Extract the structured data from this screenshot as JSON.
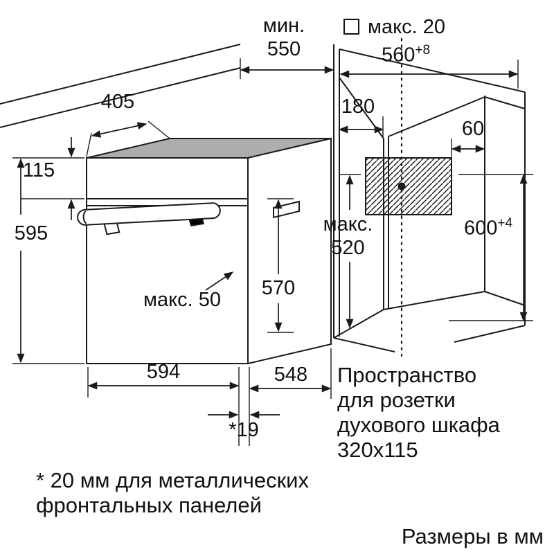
{
  "diagram": {
    "units_note": "Размеры в мм",
    "footnote": {
      "line1": "* 20 мм для металлических",
      "line2": "фронтальных панелей"
    },
    "socket_note": [
      "Пространство",
      "для розетки",
      "духового шкафа",
      "320x115"
    ],
    "dims": {
      "min_label": "мин.",
      "min_wall_distance": "550",
      "socket_housing_max": "макс. 20",
      "niche_width": "560",
      "niche_width_tol": "+8",
      "top_depth": "405",
      "panel_height": "115",
      "oven_height": "595",
      "socket_offset": "180",
      "socket_side_gap": "60",
      "niche_height": "600",
      "niche_height_tol": "+4",
      "max_label": "макс.",
      "niche_depth_max": "520",
      "body_height": "570",
      "door_protrusion_max": "макс. 50",
      "oven_width": "594",
      "oven_depth": "548",
      "door_offset": "*19"
    },
    "colors": {
      "line": "#1a1a1a",
      "oven_top_fill": "#adadad",
      "background": "#ffffff"
    }
  }
}
